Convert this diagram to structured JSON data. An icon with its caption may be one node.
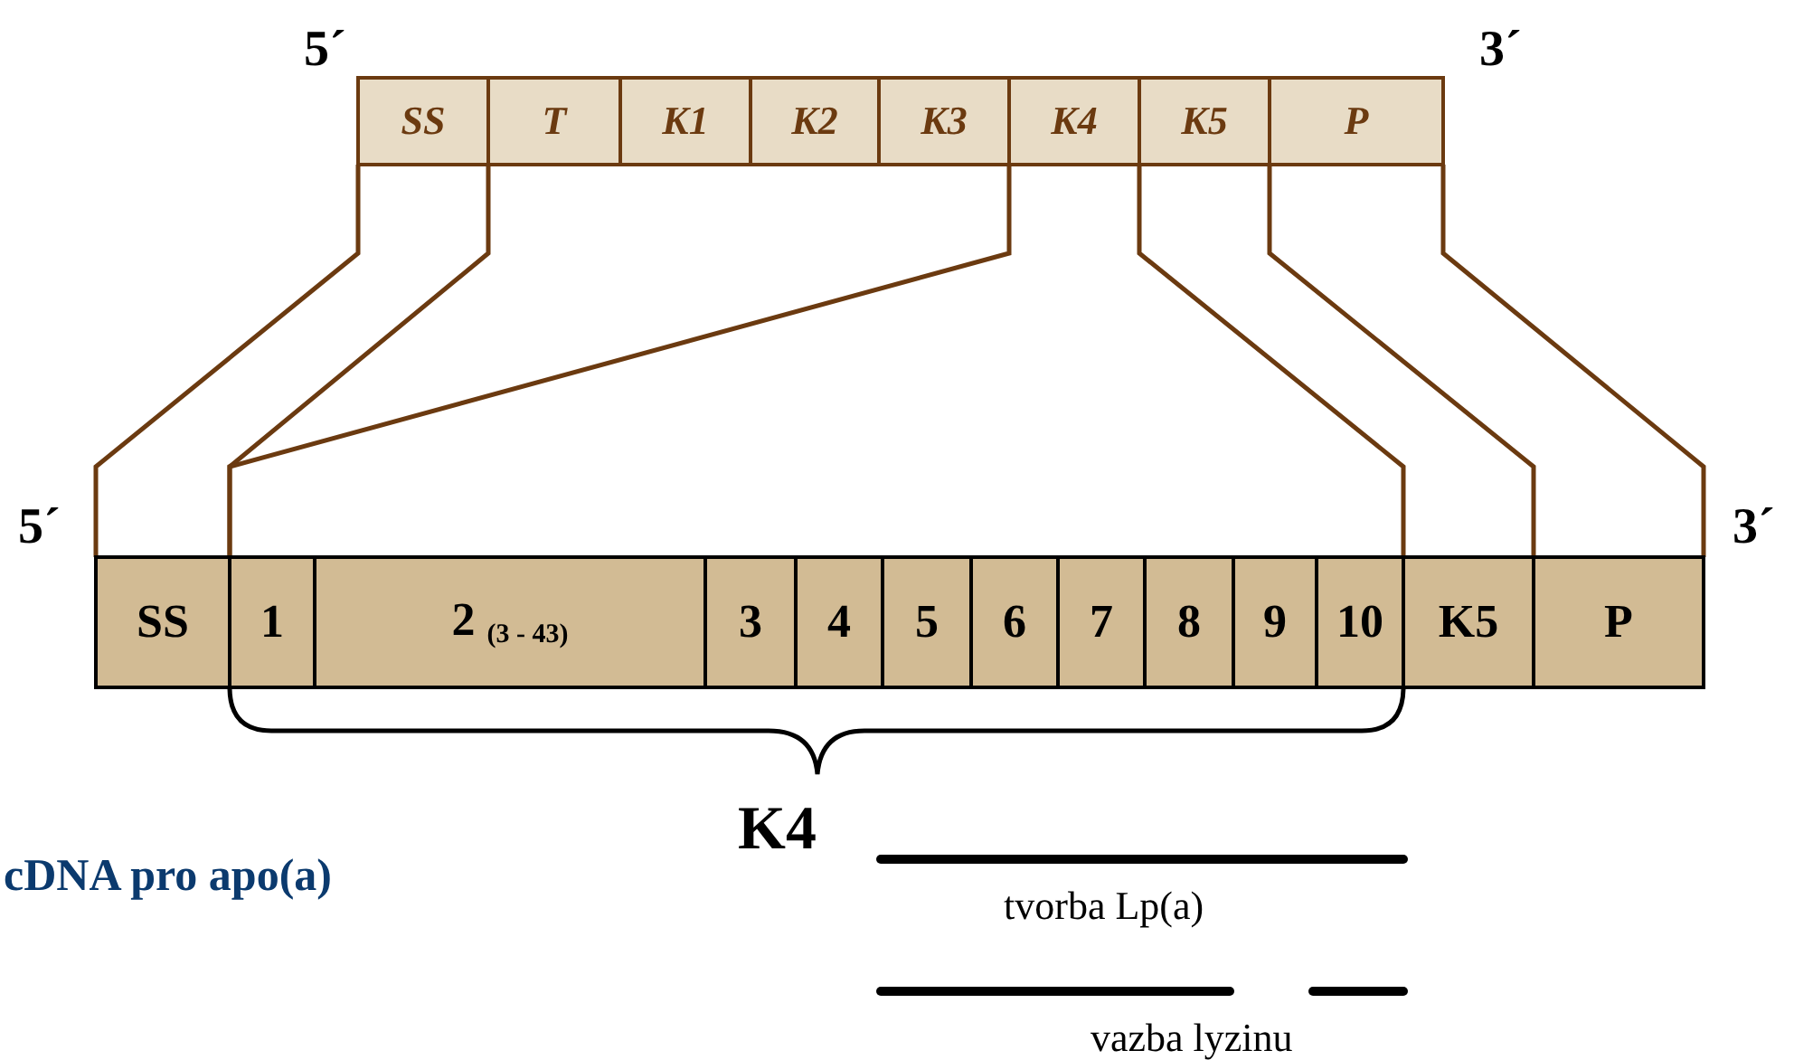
{
  "diagram": {
    "nodes": [
      {
        "text": [
          "SS"
        ]
      },
      {
        "text": [
          "T"
        ]
      },
      {
        "text": [
          "K1"
        ]
      },
      {
        "text": [
          "K2"
        ]
      },
      {
        "text": [
          "K3"
        ]
      },
      {
        "text": [
          "K4"
        ]
      },
      {
        "text": [
          "K5"
        ]
      },
      {
        "text": [
          "P"
        ]
      },
      {
        "text": [
          "SS"
        ]
      },
      {
        "text": [
          "1"
        ]
      },
      {
        "text": [
          "2 $_{(3 - 43)}$"
        ]
      },
      {
        "text": [
          "3"
        ]
      },
      {
        "text": [
          "4"
        ]
      },
      {
        "text": [
          "5"
        ]
      },
      {
        "text": [
          "6"
        ]
      },
      {
        "text": [
          "7"
        ]
      },
      {
        "text": [
          "8"
        ]
      },
      {
        "text": [
          "9"
        ]
      },
      {
        "text": [
          "10"
        ]
      },
      {
        "text": [
          "K5"
        ]
      },
      {
        "text": [
          "P"
        ]
      }
    ],
    "edges": [
      {
        "from": 0,
        "to": 8,
        "arrow": "none"
      },
      {
        "from": 0,
        "to": 8,
        "arrow": "none"
      },
      {
        "from": 5,
        "to": 9,
        "arrow": "none"
      },
      {
        "from": 5,
        "to": 18,
        "arrow": "none"
      },
      {
        "from": 6,
        "to": 19,
        "arrow": "none"
      },
      {
        "from": 7,
        "to": 20,
        "arrow": "none"
      }
    ],
    "labels": [
      "5´",
      "3´",
      "5´",
      "3´",
      "K4",
      "cDNA pro apo(a)",
      "tvorba Lp(a)",
      "vazba lyzinu"
    ]
  }
}
